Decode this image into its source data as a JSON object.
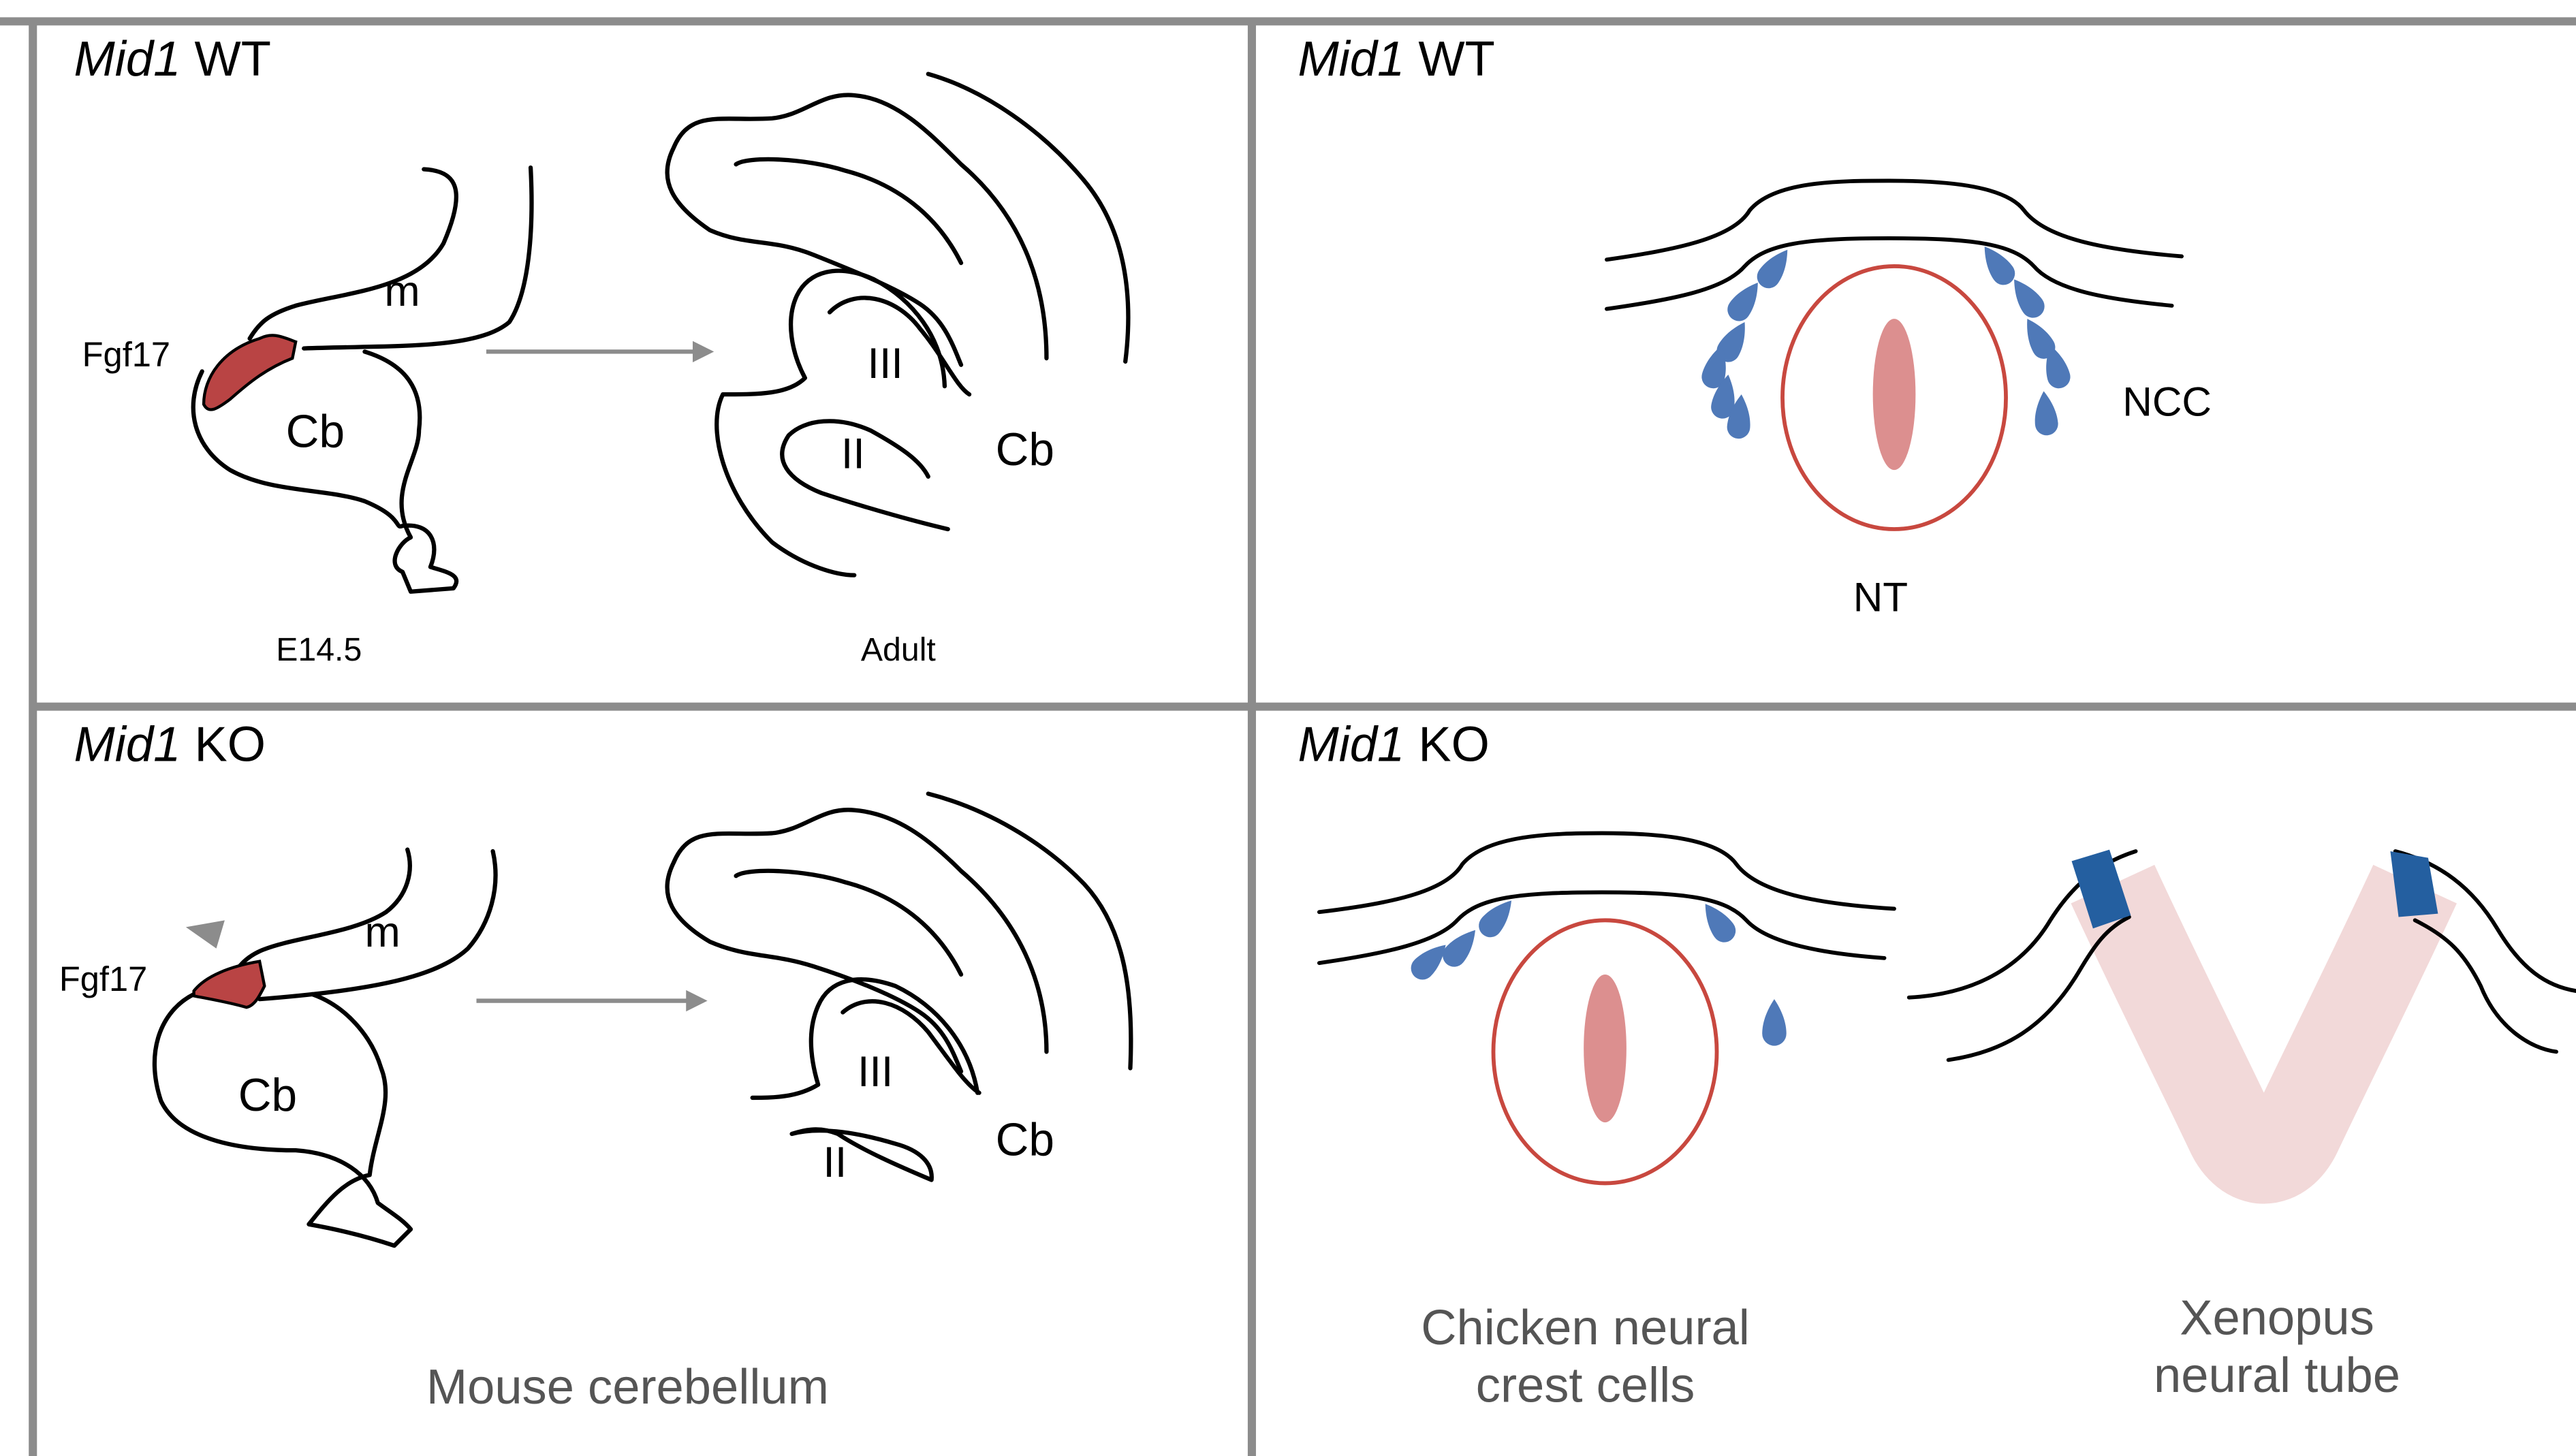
{
  "panels": {
    "top_left_title_gene": "Mid1",
    "top_left_title_state": "WT",
    "bottom_left_title_gene": "Mid1",
    "bottom_left_title_state": "KO",
    "top_right_title_gene": "Mid1",
    "top_right_title_state": "WT",
    "bottom_right_title_gene": "Mid1",
    "bottom_right_title_state": "KO"
  },
  "labels": {
    "fgf17": "Fgf17",
    "m": "m",
    "cb": "Cb",
    "lobule_iii": "III",
    "lobule_ii": "II",
    "ncc": "NCC",
    "nt": "NT",
    "stage_embryo": "E14.5",
    "stage_adult": "Adult"
  },
  "captions": {
    "mouse": "Mouse cerebellum",
    "chicken_line1": "Chicken neural",
    "chicken_line2": "crest cells",
    "xenopus_line1": "Xenopus",
    "xenopus_line2": "neural tube"
  },
  "colors": {
    "fgf17_domain": "#b94444",
    "neural_tube_outline": "#c8483f",
    "notochord_lumen": "#dc8f8f",
    "neural_crest_cells": "#4f79b8",
    "xenopus_neural_plate": "#f2d9d9",
    "xenopus_border": "#245fa0",
    "arrow": "#8c8c8c",
    "frame": "#8c8c8c"
  }
}
